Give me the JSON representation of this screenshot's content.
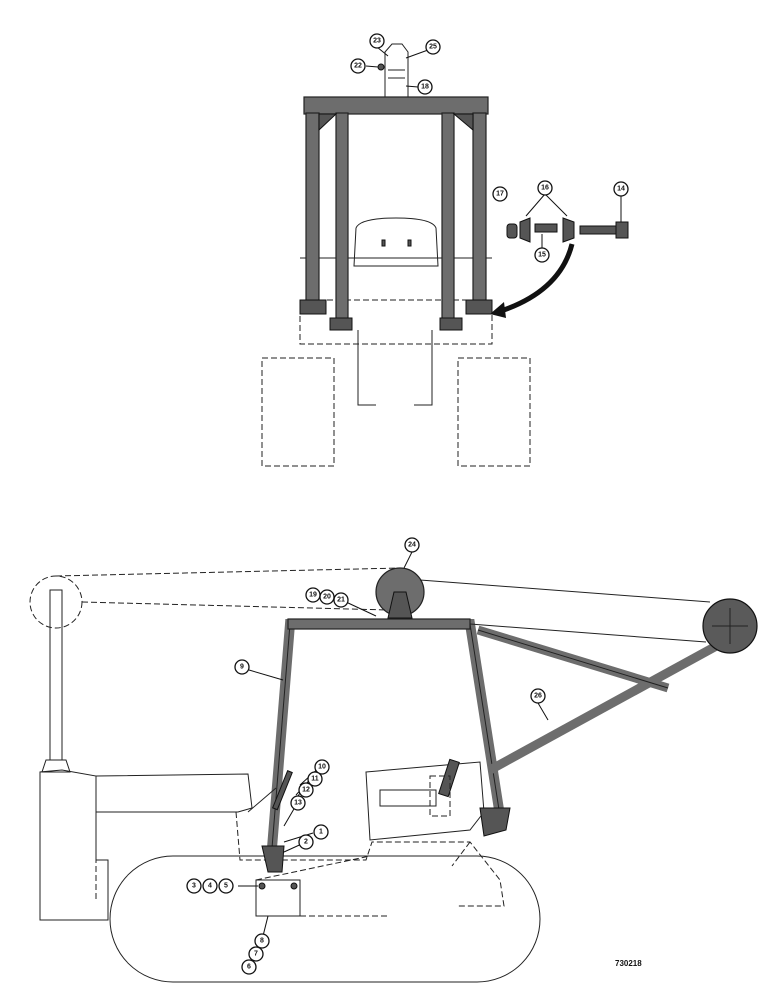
{
  "figure_code": "730218",
  "callouts": {
    "top": [
      "23",
      "25",
      "22",
      "18",
      "17",
      "16",
      "14",
      "15"
    ],
    "side": [
      "24",
      "19",
      "20",
      "21",
      "9",
      "26",
      "10",
      "11",
      "12",
      "13",
      "1",
      "2",
      "3",
      "4",
      "5",
      "8",
      "7",
      "6"
    ]
  },
  "colors": {
    "frame": "#6d6d6d",
    "line": "#111111",
    "background": "#ffffff"
  }
}
